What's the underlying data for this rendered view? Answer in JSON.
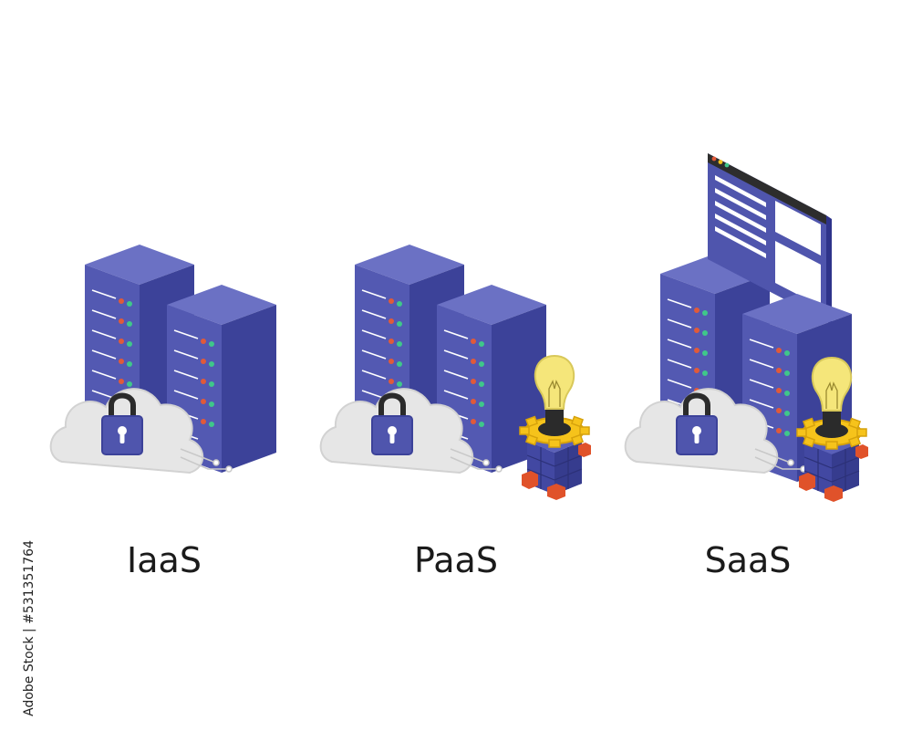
{
  "labels": {
    "iaas": "IaaS",
    "paas": "PaaS",
    "saas": "SaaS"
  },
  "stock_id": "Adobe Stock | #531351764",
  "colors": {
    "server_front": "#4f55ad",
    "server_side": "#3c4299",
    "server_top": "#6b71c4",
    "cloud": "#e6e6e6",
    "lock": "#4f55ad",
    "bulb": "#f5e67a",
    "gear": "#f6c31b",
    "cube": "#3f45a3",
    "cube_accent": "#e0522a",
    "led_red": "#e05a3a",
    "led_green": "#3fc78a",
    "window_frame": "#333333",
    "window_body": "#4f55ad"
  },
  "icons": [
    "server-rack-icon",
    "cloud-icon",
    "padlock-icon",
    "lightbulb-icon",
    "gear-icon",
    "cube-stack-icon",
    "browser-window-icon"
  ]
}
